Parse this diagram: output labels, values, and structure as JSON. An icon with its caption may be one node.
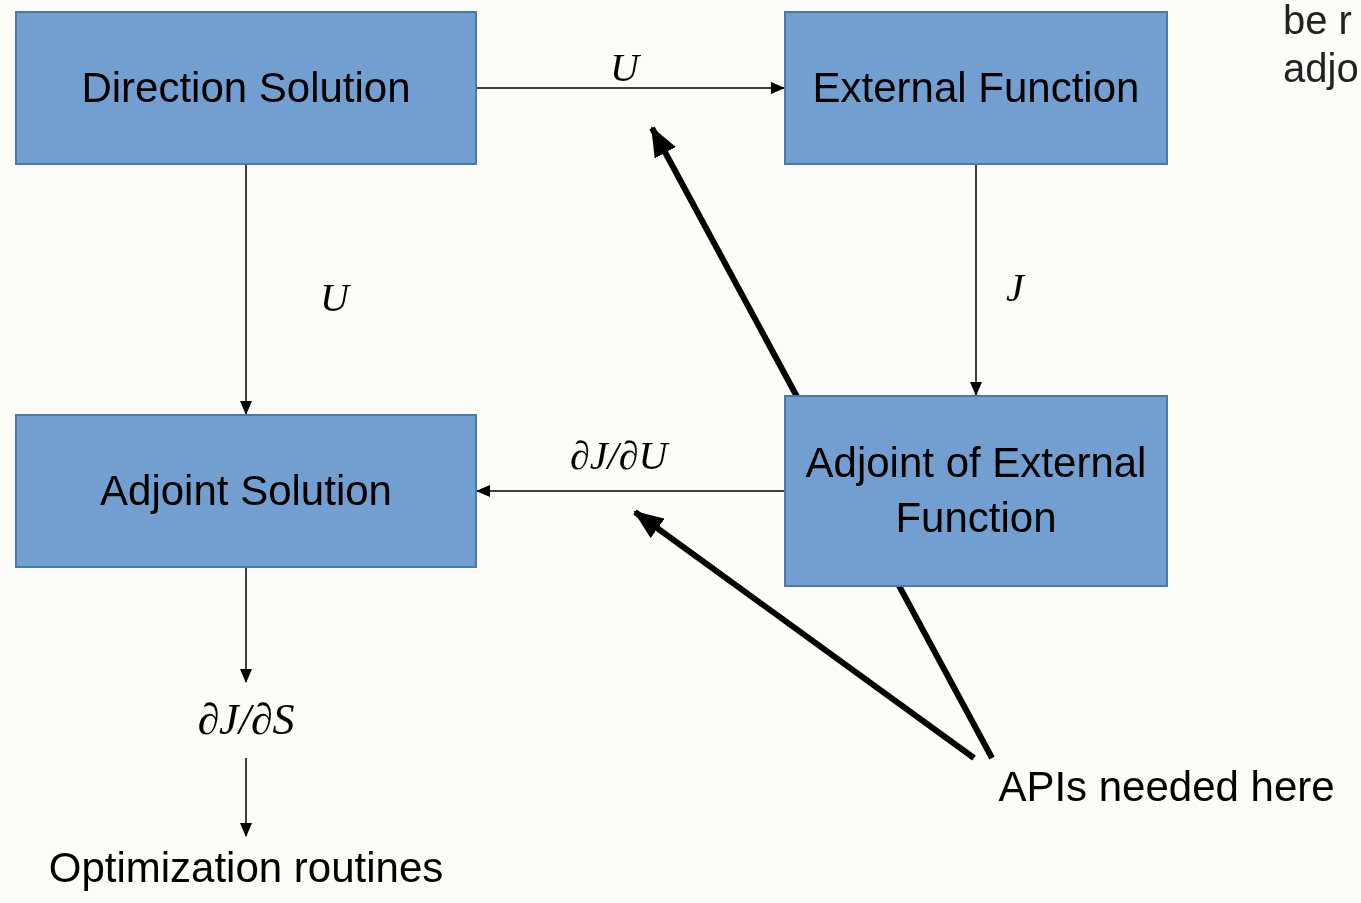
{
  "diagram": {
    "nodes": [
      {
        "text": [
          "Direction Solution"
        ]
      },
      {
        "text": [
          "External Function"
        ]
      },
      {
        "text": [
          "Adjoint Solution"
        ]
      },
      {
        "text": [
          "Adjoint of External Function"
        ]
      },
      {
        "text": [
          "∂J/∂S"
        ]
      },
      {
        "text": [
          "Optimization routines"
        ]
      },
      {
        "text": [
          "APIs needed here"
        ]
      }
    ],
    "edges": [
      {
        "from": 0,
        "to": 1,
        "arrow": "to",
        "label": "U"
      },
      {
        "from": 0,
        "to": 2,
        "arrow": "to",
        "label": "U"
      },
      {
        "from": 1,
        "to": 3,
        "arrow": "to",
        "label": "J"
      },
      {
        "from": 3,
        "to": 2,
        "arrow": "to",
        "label": "∂J/∂U"
      },
      {
        "from": 2,
        "to": 4,
        "arrow": "to"
      },
      {
        "from": 4,
        "to": 5,
        "arrow": "to"
      },
      {
        "from": 6,
        "to": null,
        "arrow": "to",
        "style": "thick"
      },
      {
        "from": 6,
        "to": null,
        "arrow": "to",
        "style": "thick"
      }
    ],
    "labels": [
      "be r",
      "adjo"
    ]
  }
}
